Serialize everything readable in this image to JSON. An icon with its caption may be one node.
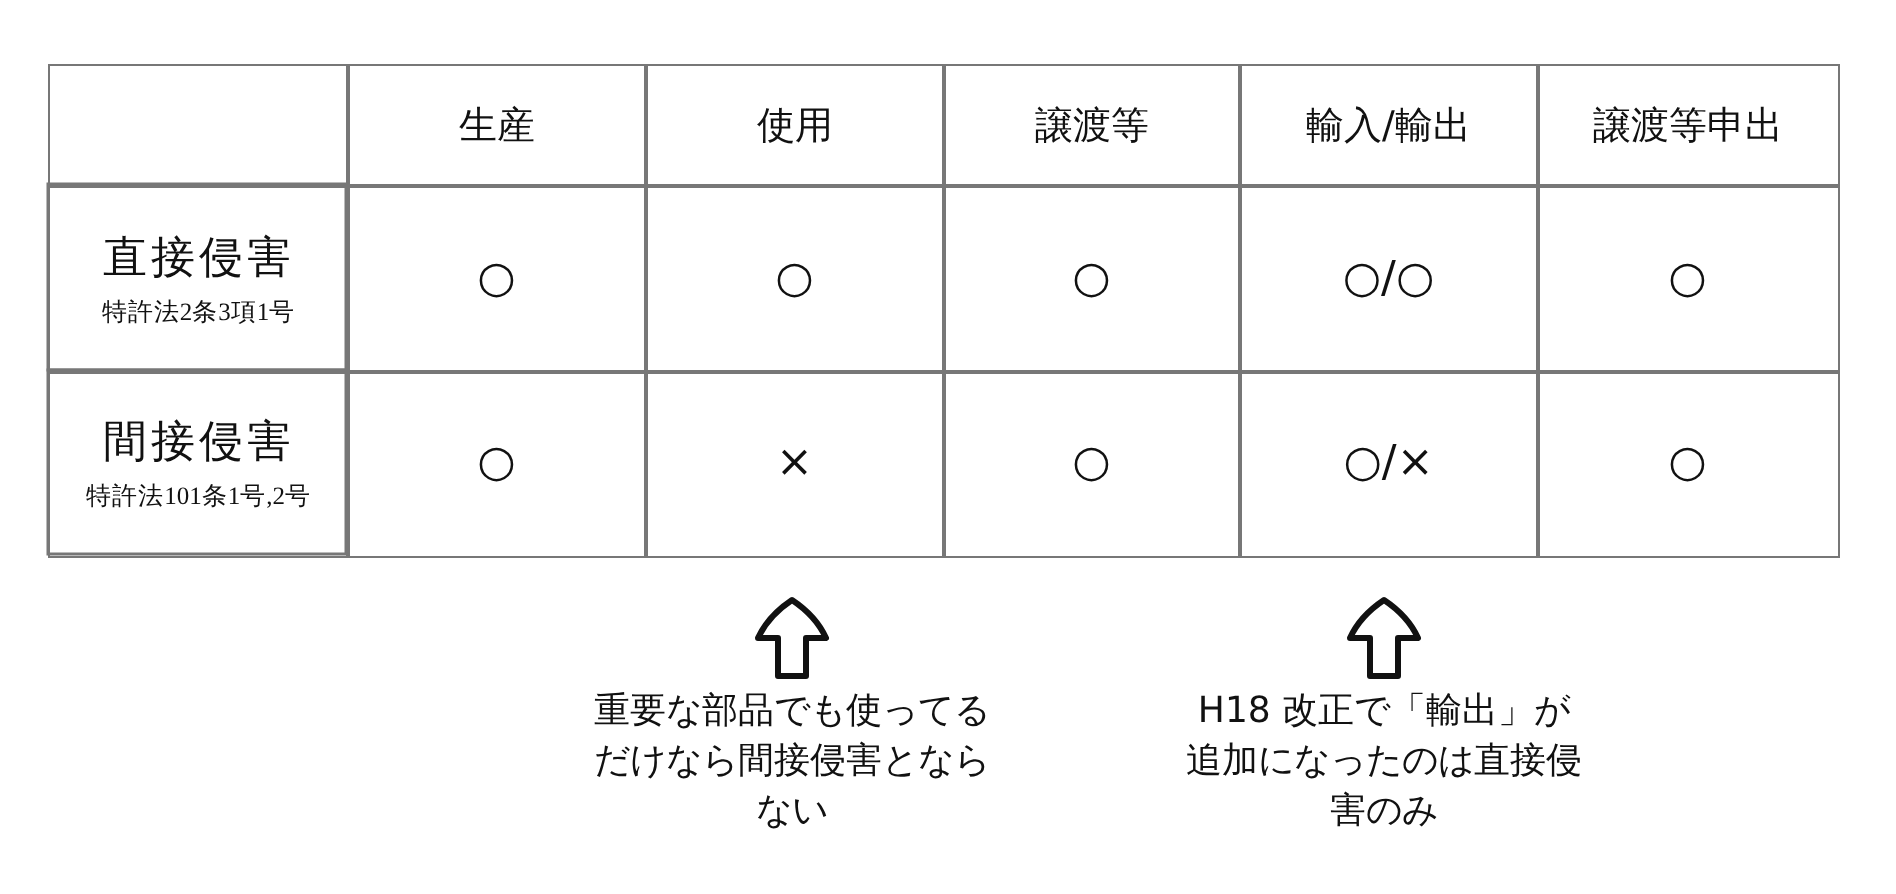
{
  "diagram": {
    "nodes": [
      {
        "text": [
          "重要な部品でも使ってるだけなら間接侵害とならない"
        ]
      },
      {
        "text": [
          "H18 改正で「輸出」が追加になったのは直接侵害のみ"
        ]
      }
    ],
    "edges": [
      {
        "from": 0,
        "to": null,
        "arrow": "to"
      },
      {
        "from": 1,
        "to": null,
        "arrow": "to"
      }
    ],
    "labels": [
      "生産",
      "使用",
      "譲渡等",
      "輸入/輸出",
      "譲渡等申出",
      "直接侵害",
      "特許法2条3項1号",
      "○",
      "○",
      "○",
      "○/○",
      "○",
      "間接侵害",
      "特許法101条1号,2号",
      "○",
      "×",
      "○",
      "○/×",
      "○"
    ]
  }
}
